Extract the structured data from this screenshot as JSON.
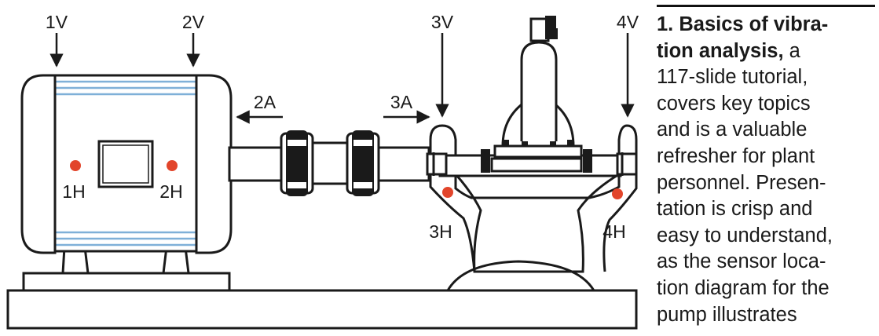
{
  "diagram": {
    "vertical_labels": [
      "1V",
      "2V",
      "3V",
      "4V"
    ],
    "axial_labels": [
      "2A",
      "3A"
    ],
    "horizontal_labels": [
      "1H",
      "2H",
      "3H",
      "4H"
    ],
    "colors": {
      "sensor_dot": "#e2452b",
      "line": "#1a1a1a",
      "accent_blue": "#7fb0d8"
    }
  },
  "caption": {
    "lines": [
      {
        "bold": "1. Basics of vibra-",
        "rest": ""
      },
      {
        "bold": "tion analysis,",
        "rest": " a"
      },
      {
        "bold": "",
        "rest": "117-slide tutorial,"
      },
      {
        "bold": "",
        "rest": "covers key topics"
      },
      {
        "bold": "",
        "rest": "and is a valuable"
      },
      {
        "bold": "",
        "rest": "refresher for plant"
      },
      {
        "bold": "",
        "rest": "personnel. Presen-"
      },
      {
        "bold": "",
        "rest": "tation is crisp and"
      },
      {
        "bold": "",
        "rest": "easy to understand,"
      },
      {
        "bold": "",
        "rest": "as the sensor loca-"
      },
      {
        "bold": "",
        "rest": "tion diagram for the"
      },
      {
        "bold": "",
        "rest": "pump illustrates"
      }
    ]
  }
}
